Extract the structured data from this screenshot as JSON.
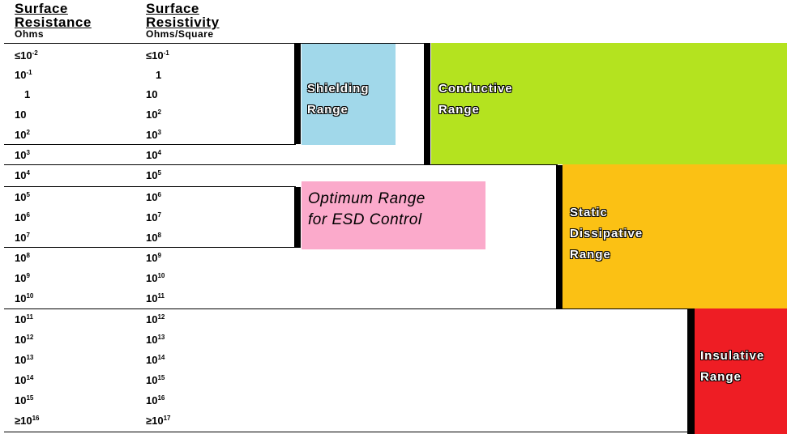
{
  "headers": {
    "resistance": {
      "line1": "Surface",
      "line2": "Resistance",
      "unit": "Ohms"
    },
    "resistivity": {
      "line1": "Surface",
      "line2": "Resistivity",
      "unit": "Ohms/Square"
    }
  },
  "rows": [
    {
      "r_base": "≤10",
      "r_exp": "-2",
      "s_base": "≤10",
      "s_exp": "-1"
    },
    {
      "r_base": "10",
      "r_exp": "-1",
      "s_base": "1",
      "s_exp": ""
    },
    {
      "r_base": "1",
      "r_exp": "",
      "s_base": "10",
      "s_exp": ""
    },
    {
      "r_base": "10",
      "r_exp": "",
      "s_base": "10",
      "s_exp": "2"
    },
    {
      "r_base": "10",
      "r_exp": "2",
      "s_base": "10",
      "s_exp": "3"
    },
    {
      "r_base": "10",
      "r_exp": "3",
      "s_base": "10",
      "s_exp": "4"
    },
    {
      "r_base": "10",
      "r_exp": "4",
      "s_base": "10",
      "s_exp": "5"
    },
    {
      "r_base": "10",
      "r_exp": "5",
      "s_base": "10",
      "s_exp": "6"
    },
    {
      "r_base": "10",
      "r_exp": "6",
      "s_base": "10",
      "s_exp": "7"
    },
    {
      "r_base": "10",
      "r_exp": "7",
      "s_base": "10",
      "s_exp": "8"
    },
    {
      "r_base": "10",
      "r_exp": "8",
      "s_base": "10",
      "s_exp": "9"
    },
    {
      "r_base": "10",
      "r_exp": "9",
      "s_base": "10",
      "s_exp": "10"
    },
    {
      "r_base": "10",
      "r_exp": "10",
      "s_base": "10",
      "s_exp": "11"
    },
    {
      "r_base": "10",
      "r_exp": "11",
      "s_base": "10",
      "s_exp": "12"
    },
    {
      "r_base": "10",
      "r_exp": "12",
      "s_base": "10",
      "s_exp": "13"
    },
    {
      "r_base": "10",
      "r_exp": "13",
      "s_base": "10",
      "s_exp": "14"
    },
    {
      "r_base": "10",
      "r_exp": "14",
      "s_base": "10",
      "s_exp": "15"
    },
    {
      "r_base": "10",
      "r_exp": "15",
      "s_base": "10",
      "s_exp": "16"
    },
    {
      "r_base": "≥10",
      "r_exp": "16",
      "s_base": "≥10",
      "s_exp": "17"
    }
  ],
  "ranges": {
    "shielding": {
      "line1": "Shielding",
      "line2": "Range",
      "color": "#a1d8ea"
    },
    "conductive": {
      "line1": "Conductive",
      "line2": "Range",
      "color": "#b4e31f"
    },
    "static": {
      "line1": "Static",
      "line2": "Dissipative",
      "line3": "Range",
      "color": "#fbc114"
    },
    "insulative": {
      "line1": "Insulative",
      "line2": "Range",
      "color": "#ee1d24"
    },
    "optimum": {
      "line1": "Optimum Range",
      "line2": "for ESD Control",
      "color": "#fbaacb"
    }
  }
}
